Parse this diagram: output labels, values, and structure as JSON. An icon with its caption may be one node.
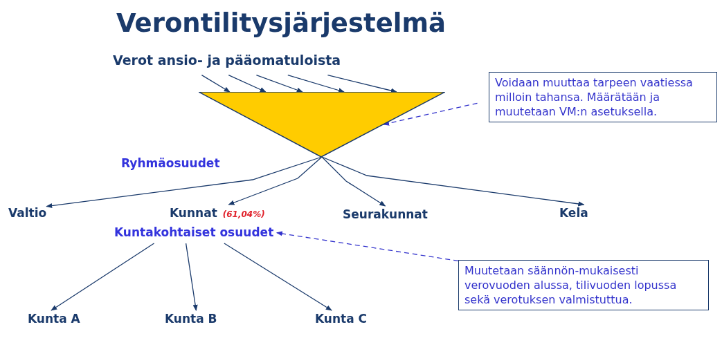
{
  "diagram": {
    "title": "Verontilitysjärjestelmä",
    "nodes": [
      {
        "text": [
          "Verot ansio- ja pääomatuloista"
        ]
      },
      {
        "text": [],
        "shape": "triangle"
      },
      {
        "text": [
          "Valtio"
        ]
      },
      {
        "text": [
          "Kunnat"
        ],
        "beside": [
          "(61,04%)"
        ]
      },
      {
        "text": [
          "Seurakunnat"
        ]
      },
      {
        "text": [
          "Kela"
        ]
      },
      {
        "text": [
          "Kuntakohtaiset osuudet"
        ]
      },
      {
        "text": [
          "Kunta A"
        ]
      },
      {
        "text": [
          "Kunta B"
        ]
      },
      {
        "text": [
          "Kunta C"
        ]
      },
      {
        "text": [
          "Voidaan muuttaa tarpeen vaatiessa milloin tahansa. Määrätään ja muutetaan VM:n asetuksella."
        ]
      },
      {
        "text": [
          "Muutetaan säännön-mukaisesti verovuoden alussa, tilivuoden lopussa sekä verotuksen valmistuttua."
        ]
      }
    ],
    "edges": [
      {
        "from": 0,
        "to": 1,
        "arrow": "to"
      },
      {
        "from": 0,
        "to": 1,
        "arrow": "to"
      },
      {
        "from": 0,
        "to": 1,
        "arrow": "to"
      },
      {
        "from": 0,
        "to": 1,
        "arrow": "to"
      },
      {
        "from": 0,
        "to": 1,
        "arrow": "to"
      },
      {
        "from": 1,
        "to": 2,
        "arrow": "to"
      },
      {
        "from": 1,
        "to": 3,
        "arrow": "to"
      },
      {
        "from": 1,
        "to": 4,
        "arrow": "to"
      },
      {
        "from": 1,
        "to": 5,
        "arrow": "to"
      },
      {
        "from": 6,
        "to": 7,
        "arrow": "to"
      },
      {
        "from": 6,
        "to": 8,
        "arrow": "to"
      },
      {
        "from": 6,
        "to": 9,
        "arrow": "to"
      },
      {
        "from": 10,
        "to": 1,
        "arrow": "to",
        "style": "dashed",
        "color": "#3333cc"
      },
      {
        "from": 11,
        "to": 6,
        "arrow": "to",
        "style": "dashed",
        "color": "#3333cc"
      }
    ],
    "labels": [
      "Ryhmäosuudet"
    ]
  }
}
